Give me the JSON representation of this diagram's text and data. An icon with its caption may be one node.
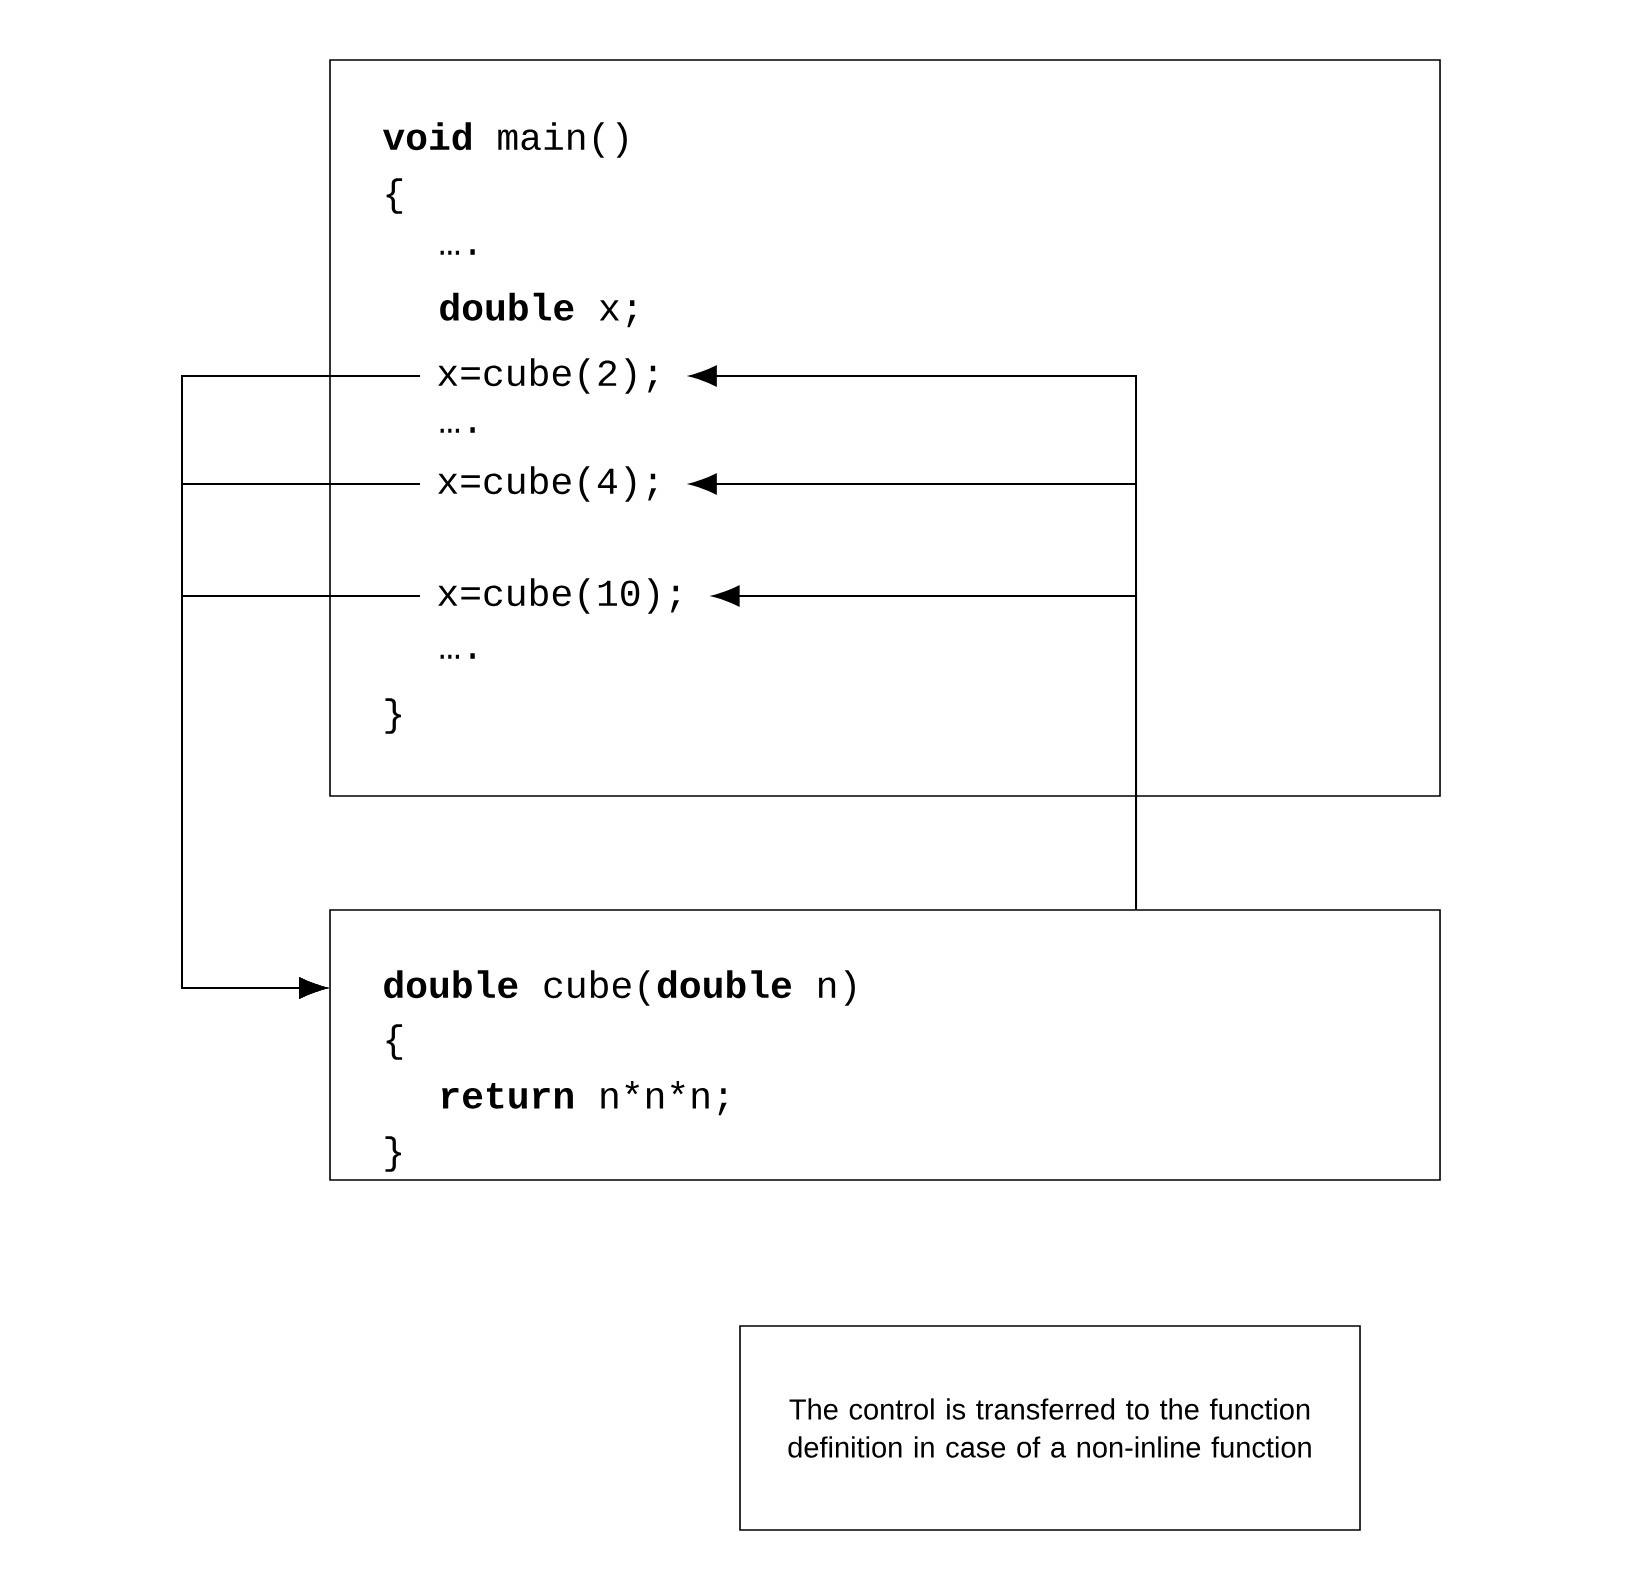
{
  "diagram": {
    "nodes": [
      {
        "text": [
          "**void** main()",
          "{",
          "….",
          "**double** x;",
          "….",
          "….",
          "}"
        ]
      },
      {
        "text": [
          "x=cube(2);"
        ],
        "in": 0
      },
      {
        "text": [
          "x=cube(4);"
        ],
        "in": 0
      },
      {
        "text": [
          "x=cube(10);"
        ],
        "in": 0
      },
      {
        "text": [
          "**double** cube(**double** n)",
          "{",
          "**return** n*n*n;",
          "}"
        ]
      },
      {
        "text": [
          "The control is transferred to the function definition in case of a non-inline function"
        ]
      }
    ],
    "edges": [
      {
        "from": 1,
        "to": 4,
        "arrow": "to"
      },
      {
        "from": 2,
        "to": 4,
        "arrow": "to"
      },
      {
        "from": 3,
        "to": 4,
        "arrow": "to"
      },
      {
        "from": 4,
        "to": 1,
        "arrow": "to"
      },
      {
        "from": 4,
        "to": 2,
        "arrow": "to"
      },
      {
        "from": 4,
        "to": 3,
        "arrow": "to"
      }
    ]
  }
}
